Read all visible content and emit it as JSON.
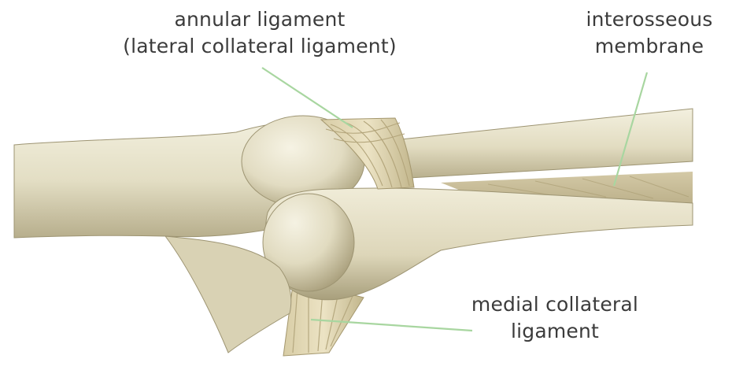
{
  "labels": {
    "annular_ligament": {
      "line1": "annular ligament",
      "line2": "(lateral collateral ligament)"
    },
    "interosseous_membrane": {
      "line1": "interosseous",
      "line2": "membrane"
    },
    "medial_collateral_ligament": {
      "line1": "medial collateral",
      "line2": "ligament"
    }
  },
  "colors": {
    "bone": "#e6e1c6",
    "bone_shadow": "#a9a07e",
    "ligament": "#cfc39a",
    "leader_line": "#a8d6a0",
    "label_text": "#3b3b3b"
  }
}
